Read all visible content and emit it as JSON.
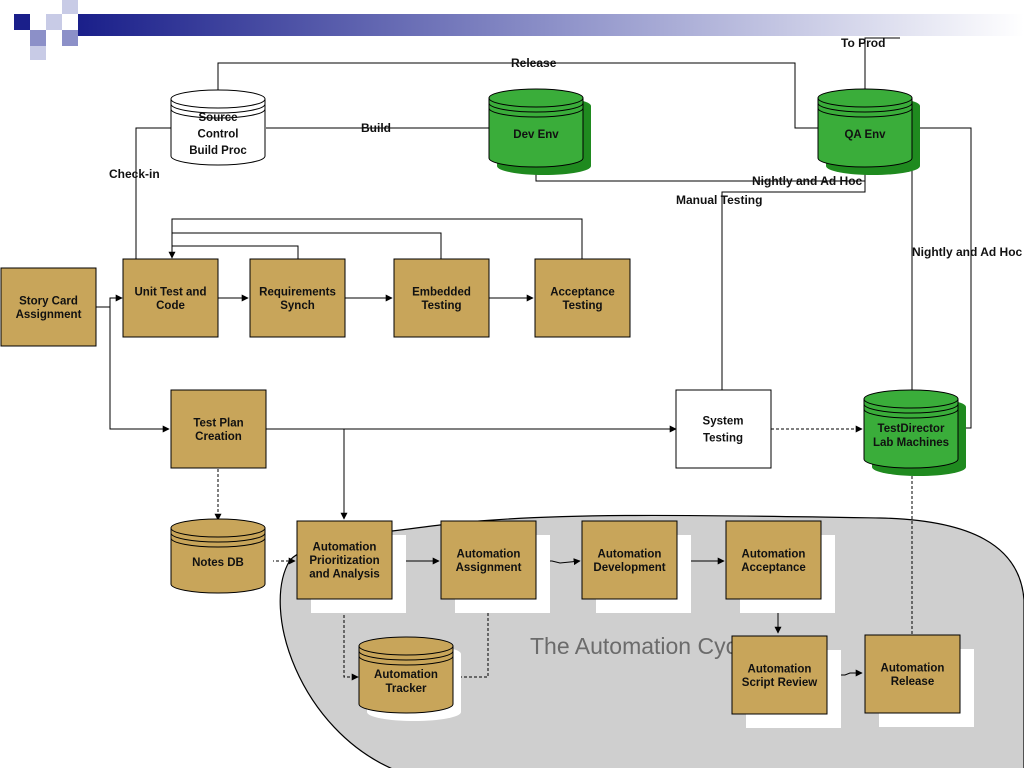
{
  "slide": {
    "decor_colors": [
      "#1a1f8a",
      "#8c90c8",
      "#c8cbe6"
    ]
  },
  "colors": {
    "tan": "#c8a55a",
    "green": "#3aad3a",
    "gray_region": "#cfcfcf",
    "line": "#000000"
  },
  "nodes": {
    "story_card": {
      "lines": [
        "Story Card",
        "Assignment"
      ]
    },
    "unit_test": {
      "lines": [
        "Unit Test and",
        "Code"
      ]
    },
    "req_synch": {
      "lines": [
        "Requirements",
        "Synch"
      ]
    },
    "embedded": {
      "lines": [
        "Embedded",
        "Testing"
      ]
    },
    "acceptance": {
      "lines": [
        "Acceptance",
        "Testing"
      ]
    },
    "test_plan": {
      "lines": [
        "Test Plan",
        "Creation"
      ]
    },
    "system_testing": {
      "lines": [
        "System",
        "Testing"
      ]
    },
    "source_control": {
      "lines": [
        "Source",
        "Control",
        "Build Proc"
      ]
    },
    "dev_env": {
      "lines": [
        "Dev Env"
      ]
    },
    "qa_env": {
      "lines": [
        "QA Env"
      ]
    },
    "testdirector": {
      "lines": [
        "TestDirector",
        "Lab Machines"
      ]
    },
    "notes_db": {
      "lines": [
        "Notes DB"
      ]
    },
    "auto_prio": {
      "lines": [
        "Automation",
        "Prioritization",
        "and Analysis"
      ]
    },
    "auto_assign": {
      "lines": [
        "Automation",
        "Assignment"
      ]
    },
    "auto_dev": {
      "lines": [
        "Automation",
        "Development"
      ]
    },
    "auto_accept": {
      "lines": [
        "Automation",
        "Acceptance"
      ]
    },
    "auto_tracker": {
      "lines": [
        "Automation",
        "Tracker"
      ]
    },
    "script_review": {
      "lines": [
        "Automation",
        "Script Review"
      ]
    },
    "auto_release": {
      "lines": [
        "Automation",
        "Release"
      ]
    }
  },
  "labels": {
    "to_prod": "To Prod",
    "release": "Release",
    "build": "Build",
    "check_in": "Check-in",
    "nightly_top": "Nightly and Ad Hoc",
    "manual_testing": "Manual Testing",
    "nightly_right": "Nightly and Ad Hoc"
  },
  "region_label": "The Automation Cycle"
}
